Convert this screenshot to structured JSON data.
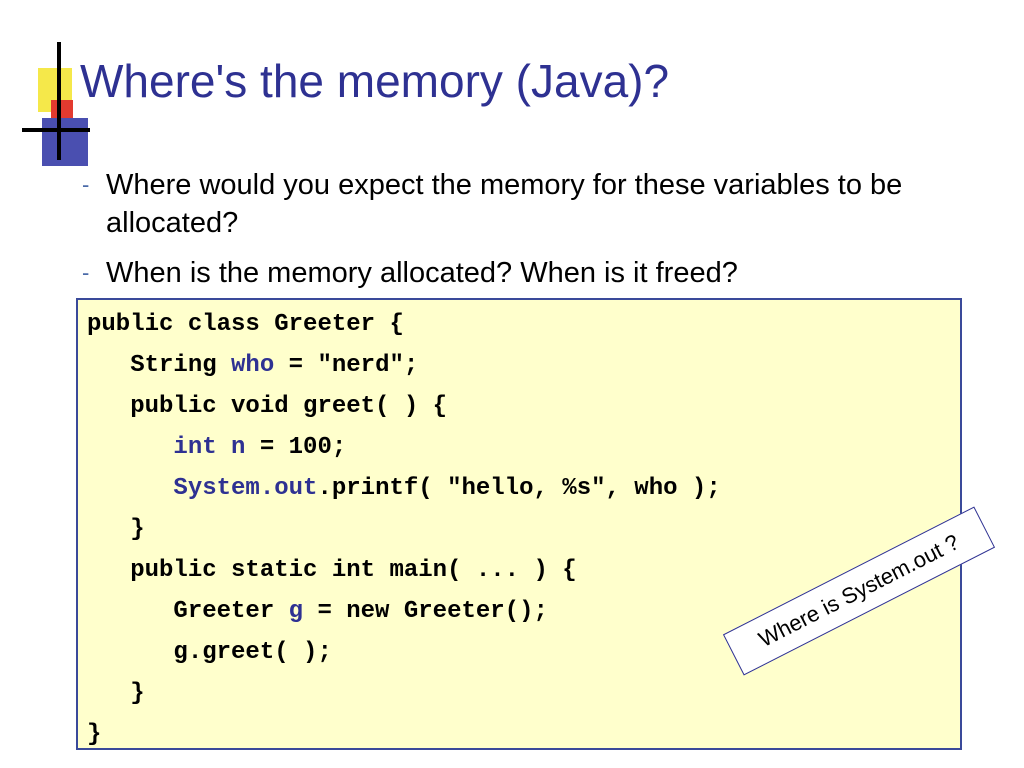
{
  "title": "Where's the memory (Java)?",
  "bullets": [
    "Where would you expect the memory for these variables to be allocated?",
    "When is the memory allocated?  When is it freed?"
  ],
  "code": {
    "line1": "public class Greeter {",
    "line2_a": "   String ",
    "line2_b": "who",
    "line2_c": " = \"nerd\";",
    "line3": "   public void greet( ) {",
    "line4_a": "      ",
    "line4_b": "int n",
    "line4_c": " = 100;",
    "line5_a": "      ",
    "line5_b": "System.out",
    "line5_c": ".printf( \"hello, %s\", who );",
    "line6": "   }",
    "line7": "   public static int main( ... ) {",
    "line8_a": "      Greeter ",
    "line8_b": "g",
    "line8_c": " = new Greeter();",
    "line9": "      g.greet( );",
    "line10": "   }",
    "line11": "}"
  },
  "callout": "Where is System.out ?",
  "colors": {
    "title": "#2e3192",
    "keyword": "#2e3192",
    "code_background": "#ffffcc",
    "code_border": "#3a4a9a"
  }
}
